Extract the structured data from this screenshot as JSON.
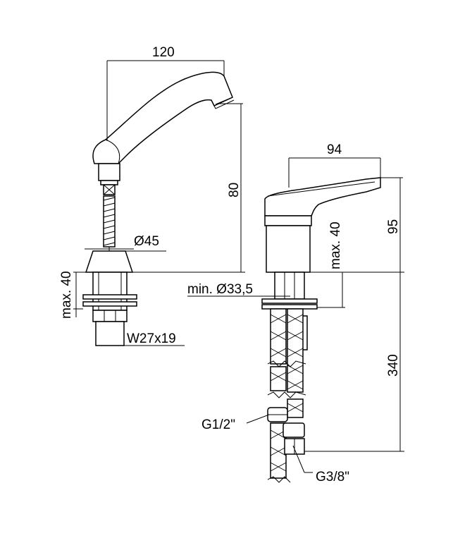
{
  "spout_view": {
    "width_label": "120",
    "height_label": "80",
    "base_diameter_label": "Ø45",
    "max_thickness_label": "max. 40",
    "thread_label": "W27x19"
  },
  "mixer_view": {
    "width_label": "94",
    "height_label": "95",
    "max_thickness_label": "max. 40",
    "min_hole_label": "min. Ø33,5",
    "hose_length_label": "340",
    "inlet_thread_label": "G1/2\"",
    "hose_thread_label": "G3/8\""
  }
}
